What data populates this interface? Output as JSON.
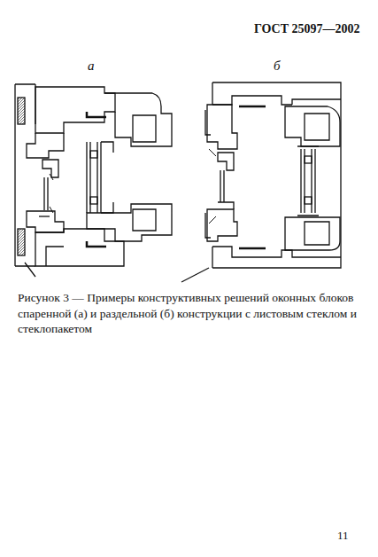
{
  "diagram": {
    "caption": "Рисунок 3 — Примеры конструктивных решений оконных блоков спаренной (а) и раздельной (б) конструкции с листовым стеклом и стеклопакетом",
    "labels": [
      "ГОСТ 25097—2002",
      "а",
      "б",
      "11"
    ]
  }
}
